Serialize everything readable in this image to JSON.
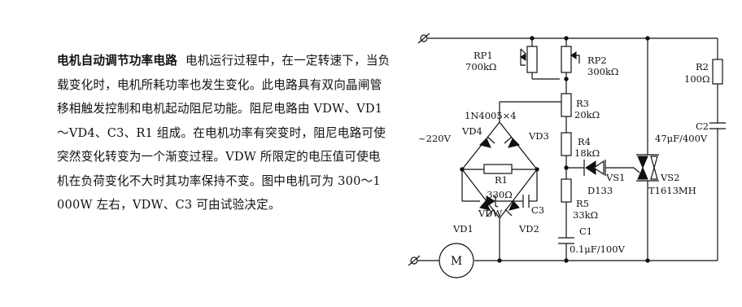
{
  "article": {
    "title": "电机自动调节功率电路",
    "body": "电机运行过程中，在一定转速下，当负载变化时，电机所耗功率也发生变化。此电路具有双向晶闸管移相触发控制和电机起动阻尼功能。阻尼电路由 VDW、VD1～VD4、C3、R1 组成。在电机功率有突变时，阻尼电路可使突然变化转变为一个渐变过程。VDW 所限定的电压值可使电机在负荷变化不大时其功率保持不变。图中电机可为 300～1 000W 左右，VDW、C3 可由试验决定。"
  },
  "circuit": {
    "supply": "~220V",
    "bridge": "1N4005×4",
    "motor": "M",
    "rp1": {
      "name": "RP1",
      "value": "700kΩ"
    },
    "rp2": {
      "name": "RP2",
      "value": "300kΩ"
    },
    "r3": {
      "name": "R3",
      "value": "20kΩ"
    },
    "r4": {
      "name": "R4",
      "value": "18kΩ"
    },
    "r5": {
      "name": "R5",
      "value": "33kΩ"
    },
    "c1": {
      "name": "C1",
      "value": "0.1μF/100V"
    },
    "r2": {
      "name": "R2",
      "value": "100Ω"
    },
    "c2": {
      "name": "C2",
      "value": "47μF/400V"
    },
    "r1": {
      "name": "R1",
      "value": "330Ω"
    },
    "c3": "C3",
    "vdw": "VDW",
    "vd1": "VD1",
    "vd2": "VD2",
    "vd3": "VD3",
    "vd4": "VD4",
    "vs1": {
      "name": "VS1",
      "part": "D133"
    },
    "vs2": {
      "name": "VS2",
      "part": "T1613MH"
    }
  }
}
